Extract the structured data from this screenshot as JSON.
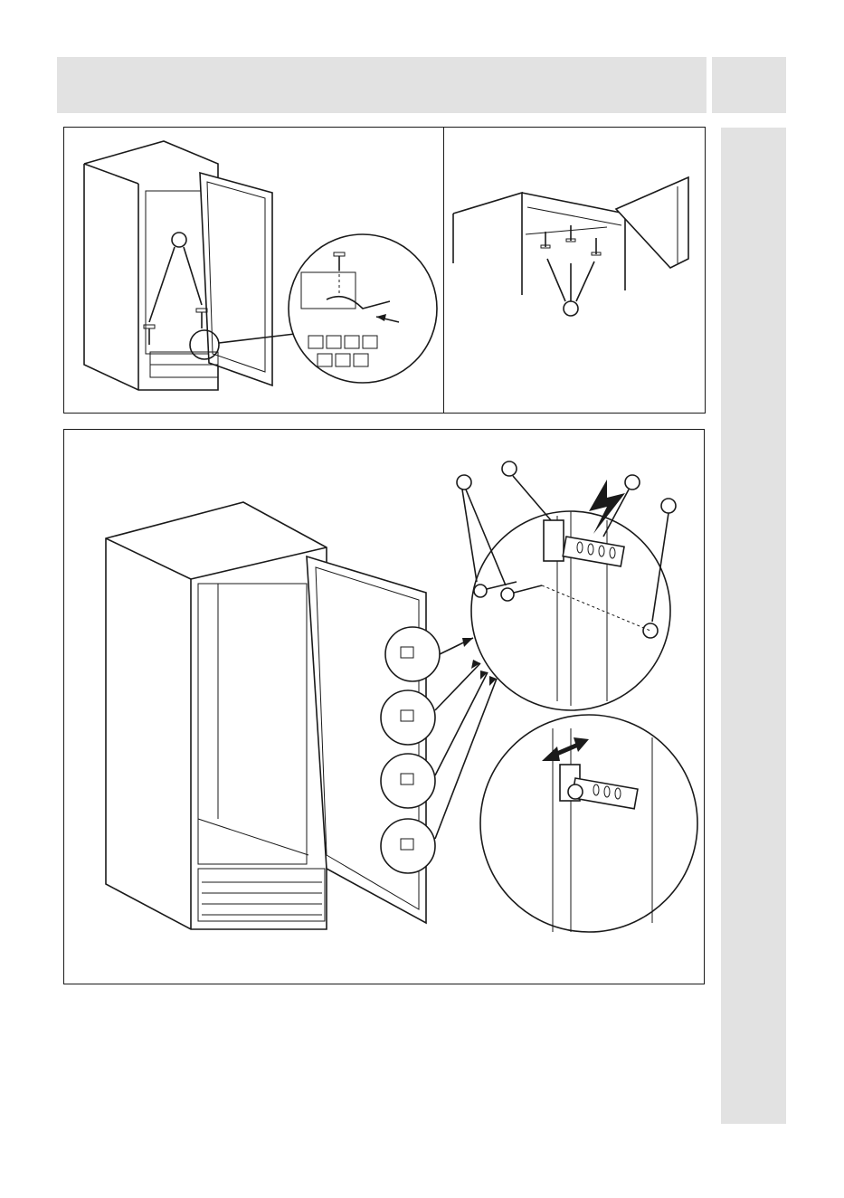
{
  "header": {
    "title": "",
    "page_tab": ""
  },
  "sidebar": {
    "label": ""
  },
  "figures": [
    {
      "id": "fig-top-left",
      "callouts": [
        ""
      ]
    },
    {
      "id": "fig-top-right",
      "callouts": [
        ""
      ]
    },
    {
      "id": "fig-bottom",
      "callouts": [
        "",
        "",
        "",
        ""
      ]
    }
  ],
  "colors": {
    "band": "#e2e2e2",
    "line": "#1a1a1a",
    "background": "#ffffff"
  }
}
